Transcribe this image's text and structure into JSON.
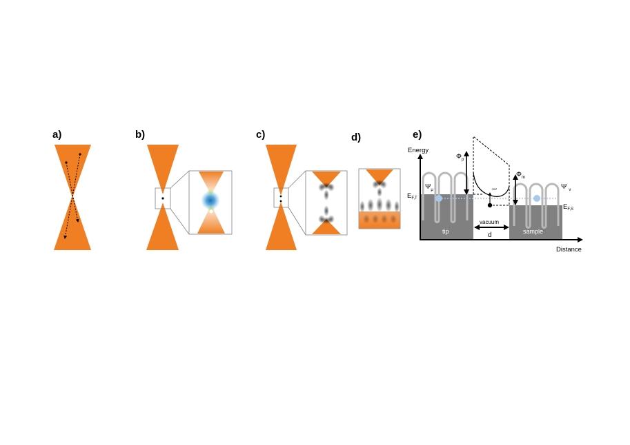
{
  "colors": {
    "tip": "#f07f23",
    "band": "#808080",
    "wave": "#b4b4b4",
    "electron": "#a8c8ec",
    "cloud": "#2f86c4",
    "orbital": "#444444"
  },
  "panels": {
    "a": {
      "label": "a)"
    },
    "b": {
      "label": "b)"
    },
    "c": {
      "label": "c)"
    },
    "d": {
      "label": "d)"
    },
    "e": {
      "label": "e)"
    }
  },
  "energy_diagram": {
    "y_axis_label": "Energy",
    "x_axis_label": "Distance",
    "phi_p": "Φ",
    "phi_p_sub": "p",
    "phi_m": "Φ",
    "phi_m_sub": "m",
    "psi_mu": "Ψ",
    "psi_mu_sub": "μ",
    "psi_nu": "Ψ",
    "psi_nu_sub": "ν",
    "fermi_tip": "E",
    "fermi_tip_sub": "F,T",
    "fermi_sample": "E",
    "fermi_sample_sub": "F,S",
    "bias": "+eV",
    "tip_label": "tip",
    "vacuum_label": "vacuum",
    "sample_label": "sample",
    "gap_label": "d"
  }
}
